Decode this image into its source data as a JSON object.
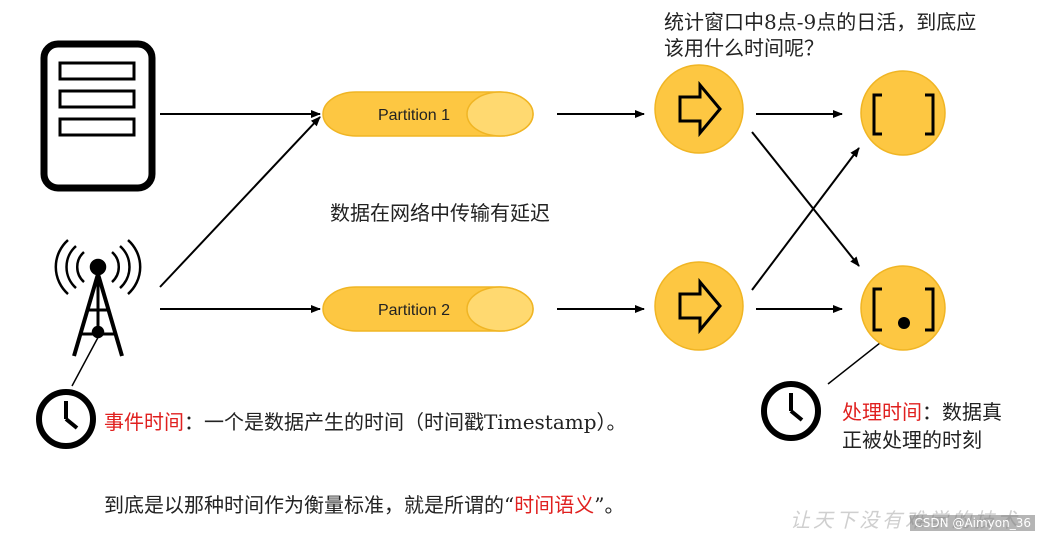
{
  "texts": {
    "question_line1": "统计窗口中8点-9点的日活，到底应",
    "question_line2": "该用什么时间呢？",
    "delay": "数据在网络中传输有延迟",
    "event_time_label": "事件时间",
    "event_time_desc": "：一个是数据产生的时间（时间戳Timestamp）。",
    "processing_time_label": "处理时间",
    "processing_time_desc1": "：数据真",
    "processing_time_desc2": "正被处理的时刻",
    "summary_prefix": "到底是以那种时间作为衡量标准，就是所谓的“",
    "summary_highlight": "时间语义",
    "summary_suffix": "”。",
    "watermark": "CSDN @Aimyon_36",
    "watermark_art": "让天下没有难学的技术"
  },
  "partitions": [
    "Partition 1",
    "Partition 2"
  ],
  "colors": {
    "accent": "#fdc742",
    "accent_light": "#ffd970",
    "accent_stroke": "#f0b524",
    "highlight_red": "#e0201f",
    "line": "#000000"
  },
  "icons": {
    "server": "server-icon",
    "tower": "antenna-tower-icon",
    "clock": "clock-icon",
    "arrow": "arrow-right-icon",
    "window": "window-bracket-icon"
  }
}
